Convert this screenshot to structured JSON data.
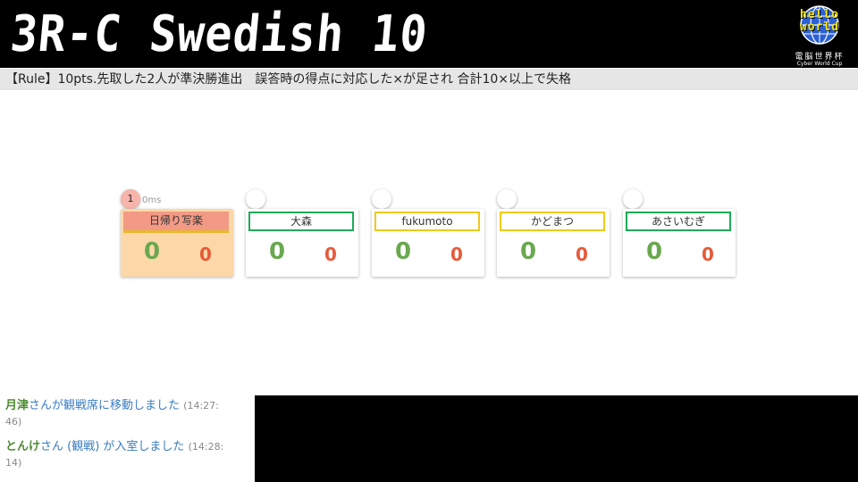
{
  "header": {
    "title": "3R-C Swedish 10",
    "logo": {
      "text_line1": "hello",
      "text_line2": "world",
      "jp": "電脳世界杯",
      "en": "Cyber World Cup"
    }
  },
  "rule": "【Rule】10pts.先取した2人が準決勝進出　誤答時の得点に対応した×が足され 合計10×以上で失格",
  "players": [
    {
      "rank": "1",
      "time": "0ms",
      "name": "日帰り写楽",
      "frame_color": "#e8b830",
      "correct": "0",
      "wrong": "0"
    },
    {
      "rank": "",
      "time": "",
      "name": "大森",
      "frame_color": "#1faa5a",
      "correct": "0",
      "wrong": "0"
    },
    {
      "rank": "",
      "time": "",
      "name": "fukumoto",
      "frame_color": "#f2c81a",
      "correct": "0",
      "wrong": "0"
    },
    {
      "rank": "",
      "time": "",
      "name": "かどまつ",
      "frame_color": "#f2c81a",
      "correct": "0",
      "wrong": "0"
    },
    {
      "rank": "",
      "time": "",
      "name": "あさいむぎ",
      "frame_color": "#1faa5a",
      "correct": "0",
      "wrong": "0"
    }
  ],
  "chat": [
    {
      "user": "月津",
      "msg": "さんが観戦席に移動しました",
      "time": "(14:27:",
      "time2": "46)"
    },
    {
      "user": "とんけ",
      "msg": "さん (観戦) が入室しました",
      "time": "(14:28:",
      "time2": "14)"
    }
  ],
  "colors": {
    "correct": "#6aa84f",
    "wrong": "#e55a3a",
    "chat_user": "#4f8b31",
    "chat_msg": "#3a7cc1"
  }
}
